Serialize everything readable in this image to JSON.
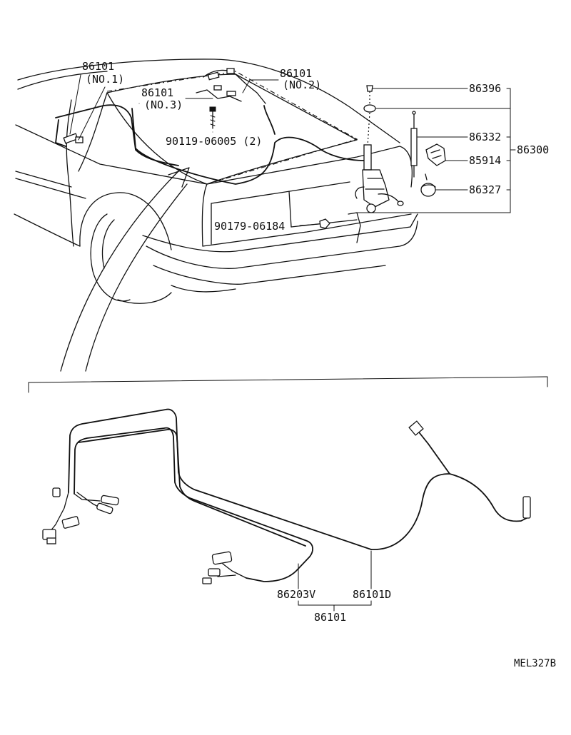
{
  "diagram_code": "MEL327B",
  "callouts": {
    "p86101_no1": {
      "number": "86101",
      "sub": "(NO.1)"
    },
    "p86101_no2": {
      "number": "86101",
      "sub": "(NO.2)"
    },
    "p86101_no3": {
      "number": "86101",
      "sub": "(NO.3)"
    },
    "p90119": "90119-06005 (2)",
    "p86396": "86396",
    "p86332": "86332",
    "p85914": "85914",
    "p86327": "86327",
    "p86300": "86300",
    "p90179": "90179-06184"
  },
  "detail": {
    "p86203v": "86203V",
    "p86101d": "86101D",
    "p86101": "86101"
  }
}
